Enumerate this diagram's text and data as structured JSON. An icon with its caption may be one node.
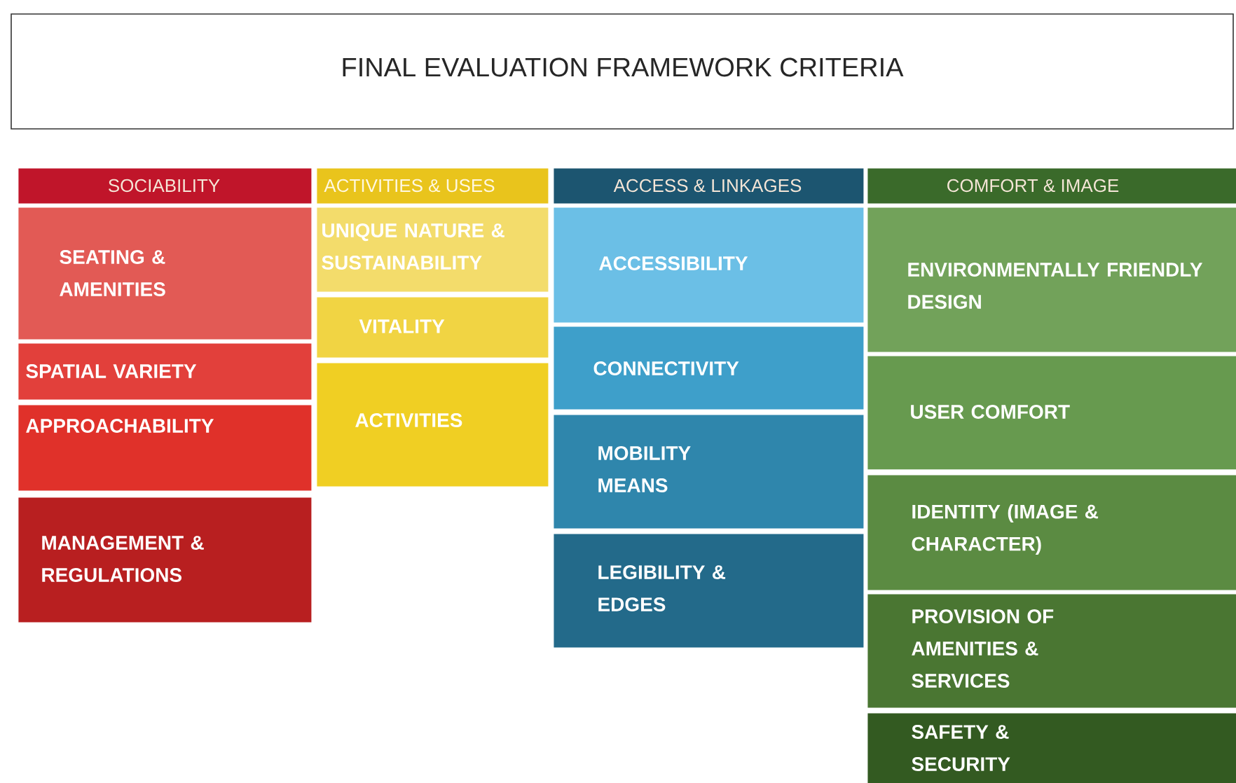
{
  "diagram": {
    "title": "FINAL EVALUATION FRAMEWORK CRITERIA",
    "nodes": [
      {
        "text": [
          "SOCIABILITY"
        ]
      },
      {
        "text": [
          "ACTIVITIES & USES"
        ]
      },
      {
        "text": [
          "ACCESS & LINKAGES"
        ]
      },
      {
        "text": [
          "COMFORT & IMAGE"
        ]
      },
      {
        "text": [
          "SEATING & AMENITIES"
        ]
      },
      {
        "text": [
          "SPATIAL VARIETY"
        ]
      },
      {
        "text": [
          "APPROACHABILITY"
        ]
      },
      {
        "text": [
          "MANAGEMENT & REGULATIONS"
        ]
      },
      {
        "text": [
          "UNIQUE NATURE & SUSTAINABILITY"
        ]
      },
      {
        "text": [
          "VITALITY"
        ]
      },
      {
        "text": [
          "ACTIVITIES"
        ]
      },
      {
        "text": [
          "ACCESSIBILITY"
        ]
      },
      {
        "text": [
          "CONNECTIVITY"
        ]
      },
      {
        "text": [
          "MOBILITY MEANS"
        ]
      },
      {
        "text": [
          "LEGIBILITY & EDGES"
        ]
      },
      {
        "text": [
          "ENVIRONMENTALLY FRIENDLY DESIGN"
        ]
      },
      {
        "text": [
          "USER COMFORT"
        ]
      },
      {
        "text": [
          "IDENTITY (IMAGE & CHARACTER)"
        ]
      },
      {
        "text": [
          "PROVISION OF AMENITIES & SERVICES"
        ]
      },
      {
        "text": [
          "SAFETY & SECURITY"
        ]
      }
    ]
  }
}
